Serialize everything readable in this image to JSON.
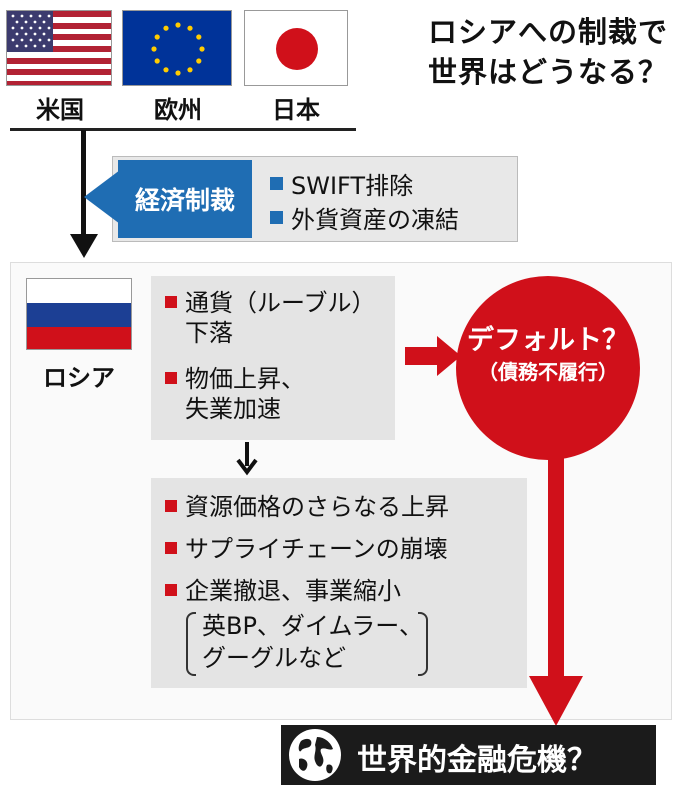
{
  "title_lines": [
    "ロシアへの制裁で",
    "世界はどうなる？"
  ],
  "countries": [
    {
      "label": "米国",
      "flag": "us-flag-icon"
    },
    {
      "label": "欧州",
      "flag": "eu-flag-icon"
    },
    {
      "label": "日本",
      "flag": "japan-flag-icon"
    }
  ],
  "sanction": {
    "label": "経済制裁",
    "items": [
      "SWIFT排除",
      "外貨資産の凍結"
    ]
  },
  "russia": {
    "label": "ロシア",
    "flag": "russia-flag-icon"
  },
  "effects_top": {
    "item1_line1": "通貨（ルーブル）",
    "item1_line2": "下落",
    "item2_line1": "物価上昇、",
    "item2_line2": "失業加速"
  },
  "effects_bottom": {
    "items": [
      "資源価格のさらなる上昇",
      "サプライチェーンの崩壊",
      "企業撤退、事業縮小"
    ],
    "note_line1": "英BP、ダイムラー、",
    "note_line2": "グーグルなど"
  },
  "default": {
    "line1": "デフォルト？",
    "line2": "（債務不履行）"
  },
  "crisis": {
    "label": "世界的金融危機？",
    "icon": "globe-icon"
  },
  "colors": {
    "blue": "#1f6db3",
    "red": "#d0101a",
    "dark": "#1b1b1b"
  }
}
